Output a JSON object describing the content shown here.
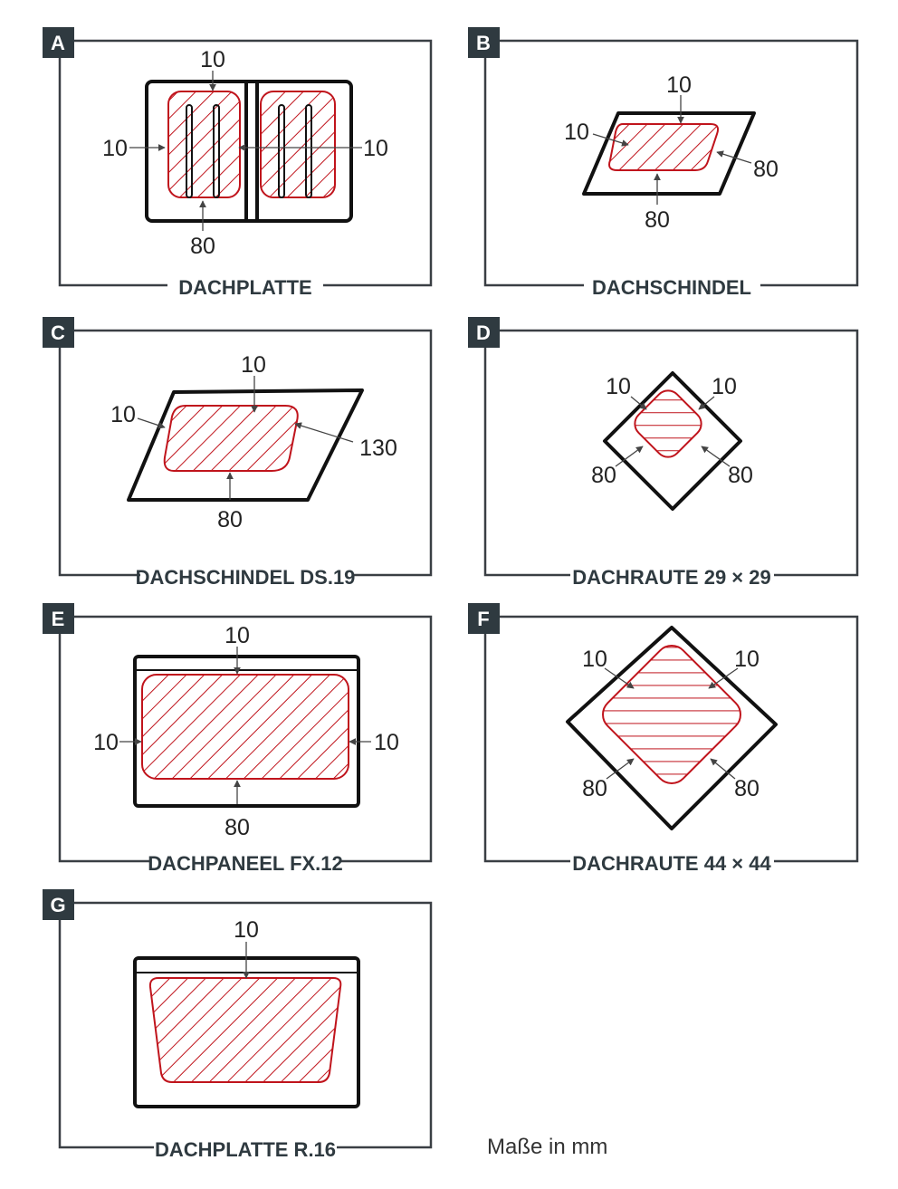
{
  "panels": [
    {
      "letter": "A",
      "title": "DACHPLATTE",
      "dims": [
        "10",
        "10",
        "10",
        "80"
      ]
    },
    {
      "letter": "B",
      "title": "DACHSCHINDEL",
      "dims": [
        "10",
        "10",
        "80",
        "80"
      ]
    },
    {
      "letter": "C",
      "title": "DACHSCHINDEL DS.19",
      "dims": [
        "10",
        "10",
        "130",
        "80"
      ]
    },
    {
      "letter": "D",
      "title": "DACHRAUTE 29 × 29",
      "dims": [
        "10",
        "10",
        "80",
        "80"
      ]
    },
    {
      "letter": "E",
      "title": "DACHPANEEL FX.12",
      "dims": [
        "10",
        "10",
        "10",
        "80"
      ]
    },
    {
      "letter": "F",
      "title": "DACHRAUTE 44 × 44",
      "dims": [
        "10",
        "10",
        "80",
        "80"
      ]
    },
    {
      "letter": "G",
      "title": "DACHPLATTE R.16",
      "dims": [
        "10"
      ]
    }
  ],
  "note": "Maße in mm",
  "colors": {
    "hatch": "#c0141c",
    "badge": "#2f3a40"
  }
}
